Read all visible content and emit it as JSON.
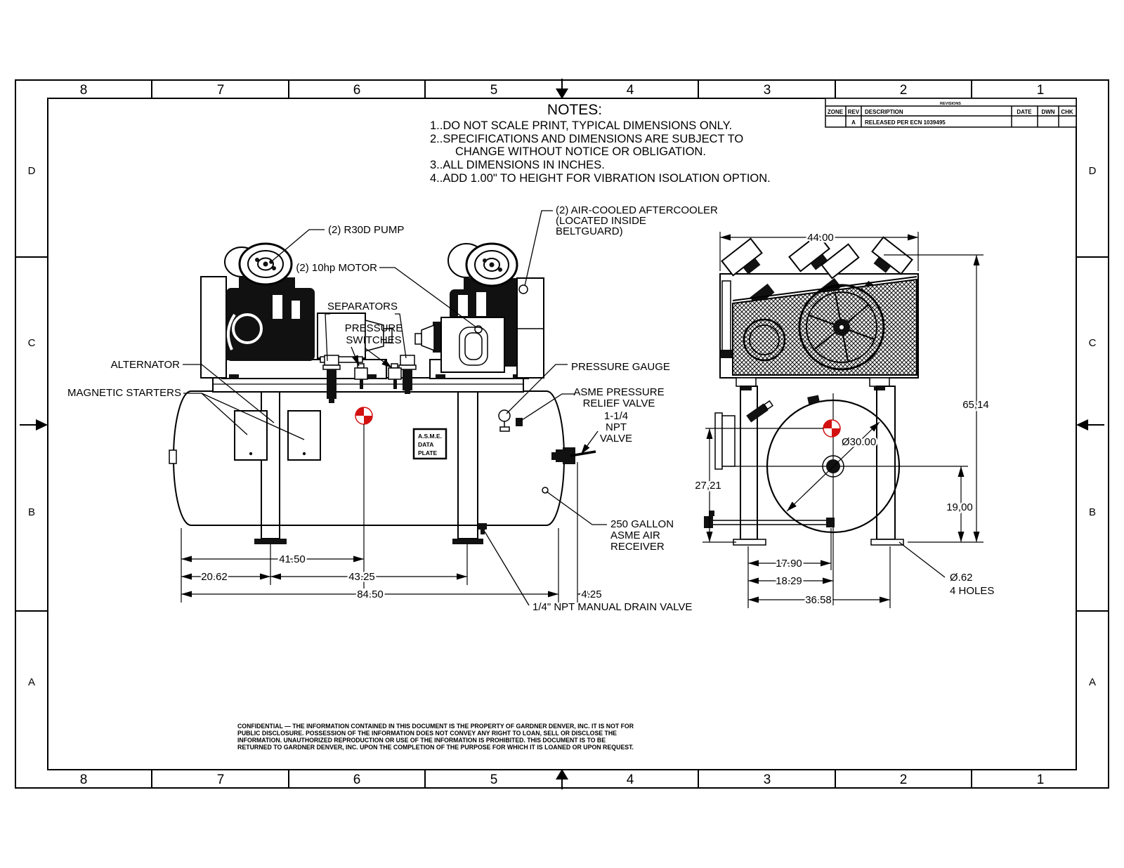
{
  "border": {
    "top_zones": [
      "8",
      "7",
      "6",
      "5",
      "4",
      "3",
      "2",
      "1"
    ],
    "bottom_zones": [
      "8",
      "7",
      "6",
      "5",
      "4",
      "3",
      "2",
      "1"
    ],
    "left_zones": [
      "D",
      "C",
      "B",
      "A"
    ],
    "right_zones": [
      "D",
      "C",
      "B",
      "A"
    ]
  },
  "revision_table": {
    "title": "REVISIONS",
    "col_zone": "ZONE",
    "col_rev": "REV",
    "col_description": "DESCRIPTION",
    "col_date": "DATE",
    "col_dwn": "DWN",
    "col_chk": "CHK",
    "row": {
      "rev": "A",
      "description": "RELEASED PER ECN 1039495"
    }
  },
  "notes": {
    "title": "NOTES:",
    "line1": "1..DO NOT SCALE PRINT, TYPICAL DIMENSIONS ONLY.",
    "line2": "2..SPECIFICATIONS AND DIMENSIONS ARE SUBJECT TO",
    "line3": "CHANGE WITHOUT NOTICE OR OBLIGATION.",
    "line4": "3..ALL DIMENSIONS IN INCHES.",
    "line5": "4..ADD 1.00\" TO HEIGHT FOR VIBRATION ISOLATION OPTION."
  },
  "callouts": {
    "pump": "(2) R30D PUMP",
    "motor": "(2) 10hp MOTOR",
    "separators": "SEPARATORS",
    "pressure_switches_1": "PRESSURE",
    "pressure_switches_2": "SWITCHES",
    "aftercooler_1": "(2) AIR-COOLED AFTERCOOLER",
    "aftercooler_2": "(LOCATED INSIDE",
    "aftercooler_3": "BELTGUARD)",
    "alternator": "ALTERNATOR",
    "magnetic_starters": "MAGNETIC STARTERS",
    "pressure_gauge": "PRESSURE GAUGE",
    "relief_valve_1": "ASME PRESSURE",
    "relief_valve_2": "RELIEF VALVE",
    "npt_valve_1": "1-1/4",
    "npt_valve_2": "NPT",
    "npt_valve_3": "VALVE",
    "receiver_1": "250 GALLON",
    "receiver_2": "ASME AIR",
    "receiver_3": "RECEIVER",
    "drain_valve": "1/4\" NPT MANUAL DRAIN VALVE",
    "asme_plate_1": "A.S.M.E.",
    "asme_plate_2": "DATA",
    "asme_plate_3": "PLATE",
    "holes_1": "Ø.62",
    "holes_2": "4 HOLES"
  },
  "dimensions": {
    "side_41_50": "41.50",
    "side_20_62": "20.62",
    "side_43_25": "43.25",
    "side_84_50": "84.50",
    "side_4_25": "4.25",
    "end_44_00": "44.00",
    "end_65_14": "65,14",
    "end_dia_30": "Ø30.00",
    "end_27_21": "27,21",
    "end_19_00": "19,00",
    "end_17_90": "17.90",
    "end_18_29": "18.29",
    "end_36_58": "36.58"
  },
  "confidential": {
    "line1": "CONFIDENTIAL — THE INFORMATION CONTAINED IN THIS DOCUMENT IS THE PROPERTY OF GARDNER DENVER, INC. IT IS NOT FOR",
    "line2": "PUBLIC DISCLOSURE.  POSSESSION OF THE INFORMATION DOES NOT CONVEY ANY RIGHT TO LOAN, SELL OR DISCLOSE THE",
    "line3": "INFORMATION.  UNAUTHORIZED REPRODUCTION OR USE OF THE INFORMATION IS  PROHIBITED.  THIS DOCUMENT IS TO BE",
    "line4": "RETURNED TO GARDNER DENVER, INC. UPON THE COMPLETION OF THE PURPOSE FOR WHICH IT IS LOANED OR UPON REQUEST."
  }
}
